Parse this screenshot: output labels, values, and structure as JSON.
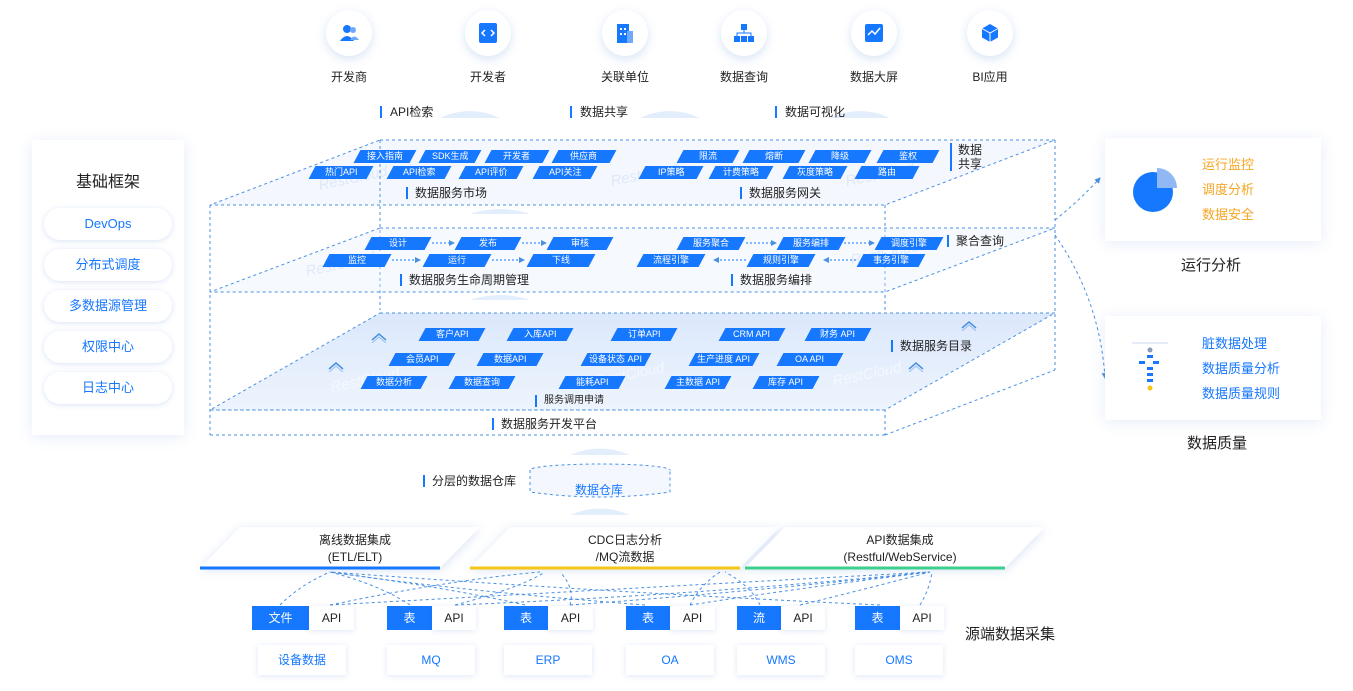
{
  "consumers": [
    {
      "label": "开发商",
      "icon": "people-icon"
    },
    {
      "label": "开发者",
      "icon": "code-icon"
    },
    {
      "label": "关联单位",
      "icon": "building-icon"
    },
    {
      "label": "数据查询",
      "icon": "hierarchy-icon"
    },
    {
      "label": "数据大屏",
      "icon": "chart-screen-icon"
    },
    {
      "label": "BI应用",
      "icon": "cube-icon"
    }
  ],
  "taglines": [
    "API检索",
    "数据共享",
    "数据可视化"
  ],
  "left_panel": {
    "title": "基础框架",
    "items": [
      "DevOps",
      "分布式调度",
      "多数据源管理",
      "权限中心",
      "日志中心"
    ]
  },
  "right_panels": [
    {
      "items": [
        "运行监控",
        "调度分析",
        "数据安全"
      ],
      "caption": "运行分析",
      "icon": "pie-chart-icon",
      "item_color": "#f5a623"
    },
    {
      "items": [
        "脏数据处理",
        "数据质量分析",
        "数据质量规则"
      ],
      "caption": "数据质量",
      "icon": "flow-icon",
      "item_color": "#1677ff"
    }
  ],
  "layer1": {
    "side_label": "数据\n共享",
    "market": {
      "row1": [
        "接入指南",
        "SDK生成",
        "开发者",
        "供应商"
      ],
      "row2": [
        "热门API",
        "API检索",
        "API评价",
        "API关注"
      ],
      "label": "数据服务市场"
    },
    "gateway": {
      "row1": [
        "限流",
        "熔断",
        "降级",
        "鉴权"
      ],
      "row2": [
        "IP策略",
        "计费策略",
        "灰度策略",
        "路由"
      ],
      "label": "数据服务网关"
    }
  },
  "layer2": {
    "side_label": "聚合查询",
    "lifecycle": {
      "row1": [
        "设计",
        "发布",
        "审核"
      ],
      "row2": [
        "监控",
        "运行",
        "下线"
      ],
      "label": "数据服务生命周期管理"
    },
    "orchestration": {
      "row1": [
        "服务聚合",
        "服务编排",
        "调度引擎"
      ],
      "row2": [
        "流程引擎",
        "规则引擎",
        "事务引擎"
      ],
      "label": "数据服务编排"
    }
  },
  "layer3": {
    "side_label": "数据服务目录",
    "row1": [
      "客户API",
      "入库API",
      "订单API",
      "CRM API",
      "财务 API"
    ],
    "row2": [
      "会员API",
      "数据API",
      "设备状态 API",
      "生产进度 API",
      "OA API"
    ],
    "row3": [
      "数据分析",
      "数据查询",
      "能耗API",
      "主数据 API",
      "库存 API"
    ],
    "apply_label": "服务调用申请",
    "platform_label": "数据服务开发平台"
  },
  "watermark": "RestCloud",
  "warehouse": {
    "label": "分层的数据仓库",
    "name": "数据仓库"
  },
  "integration": [
    {
      "line1": "离线数据集成",
      "line2": "(ETL/ELT)",
      "color": "#1677ff"
    },
    {
      "line1": "CDC日志分析",
      "line2": "/MQ流数据",
      "color": "#f5c518"
    },
    {
      "line1": "API数据集成",
      "line2": "(Restful/WebService)",
      "color": "#3ccf8e"
    }
  ],
  "sources": [
    {
      "type": "文件",
      "api": "API",
      "name": "设备数据"
    },
    {
      "type": "表",
      "api": "API",
      "name": "MQ"
    },
    {
      "type": "表",
      "api": "API",
      "name": "ERP"
    },
    {
      "type": "表",
      "api": "API",
      "name": "OA"
    },
    {
      "type": "流",
      "api": "API",
      "name": "WMS"
    },
    {
      "type": "表",
      "api": "API",
      "name": "OMS"
    }
  ],
  "source_title": "源端数据采集"
}
